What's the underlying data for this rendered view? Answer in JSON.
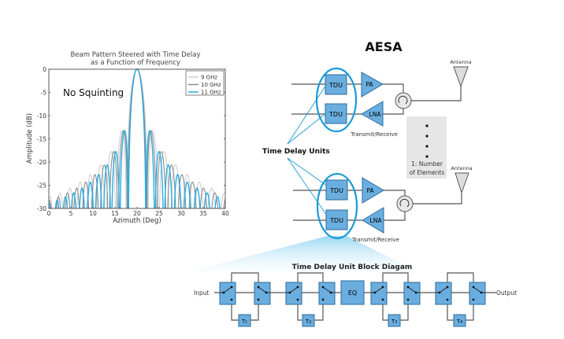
{
  "chart_data": {
    "type": "line",
    "title": [
      "Beam Pattern Steered with Time Delay",
      "as a Function of Frequency"
    ],
    "xlabel": "Azimuth (Deg)",
    "ylabel": "Amplitude (dB)",
    "xlim": [
      0,
      40
    ],
    "ylim": [
      -30,
      0
    ],
    "xticks": [
      "0",
      "5",
      "10",
      "15",
      "20",
      "25",
      "30",
      "35",
      "40"
    ],
    "yticks": [
      "0",
      "-5",
      "-10",
      "-15",
      "-20",
      "-25",
      "-30"
    ],
    "grid": false,
    "legend_position": "top-right",
    "annotation": "No Squinting",
    "steer_angle_deg": 20,
    "sidelobe_peaks_db": [
      -13.3,
      -17.8,
      -20.8,
      -23,
      -24.8,
      -26.2,
      -27.4,
      -28.5
    ],
    "series": [
      {
        "name": "9 GHz",
        "color": "#cfcfcf"
      },
      {
        "name": "10 GHz",
        "color": "#8c8c8c"
      },
      {
        "name": "11 GHz",
        "color": "#29abe2"
      }
    ]
  },
  "aesa": {
    "title": "AESA",
    "tdu_label": "TDU",
    "pa_label": "PA",
    "lna_label": "LNA",
    "antenna_label": "Antenna",
    "tr_label": "Transmit/Receive",
    "tdu_callout": "Time Delay Units",
    "elements_note": [
      "1: Number",
      "of Elements"
    ]
  },
  "block_diagram": {
    "title": "Time Delay Unit Block Diagam",
    "input_label": "Input",
    "output_label": "Output",
    "eq_label": "EQ",
    "tau_labels": [
      "τ₁",
      "τ₂",
      "τ₃",
      "τ₄"
    ]
  },
  "colors": {
    "accent": "#1a9ad6",
    "block_fill": "#6aaee0",
    "block_stroke": "#2d6b99",
    "note_bg": "#e6e6e6"
  }
}
